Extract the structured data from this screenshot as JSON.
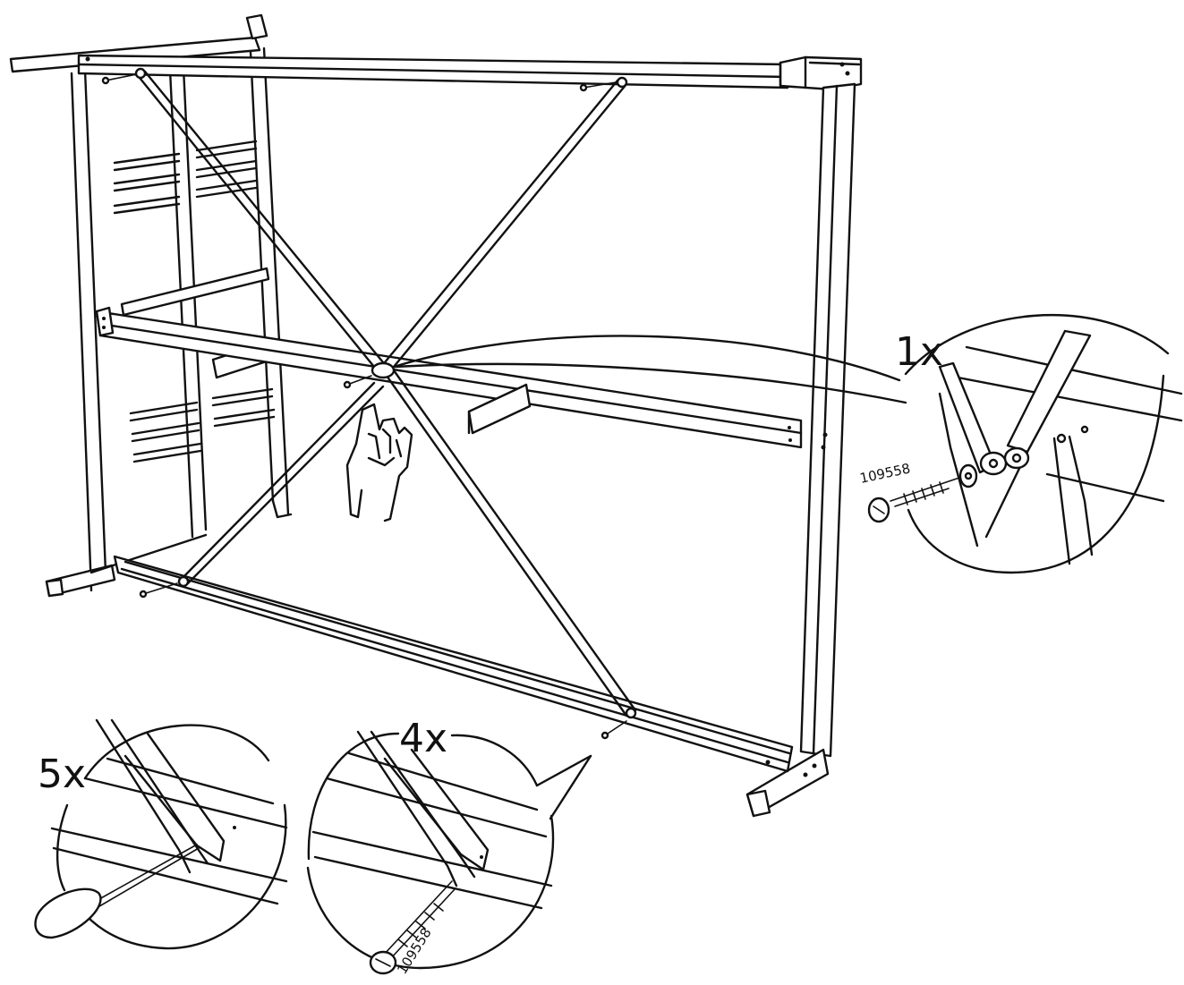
{
  "callouts": {
    "detail_right": {
      "quantity": "1x",
      "part_number": "109558"
    },
    "detail_bottom_left": {
      "quantity": "5x"
    },
    "detail_bottom_mid": {
      "quantity": "4x",
      "part_number": "109558"
    }
  },
  "icons": [
    "hand-pressing-icon",
    "screw-icon",
    "screwdriver-icon"
  ],
  "colors": {
    "ink": "#111111",
    "paper": "#ffffff"
  }
}
